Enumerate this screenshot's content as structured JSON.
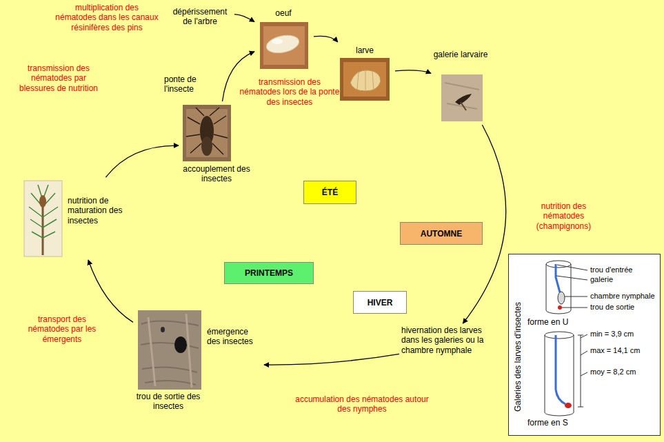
{
  "diagram": {
    "nodes": [
      {
        "text": [
          "dépérissement de l'arbre"
        ]
      },
      {
        "text": [
          "oeuf"
        ]
      },
      {
        "text": [
          "larve"
        ]
      },
      {
        "text": [
          "galerie larvaire"
        ]
      },
      {
        "text": [
          "accouplement des insectes"
        ]
      },
      {
        "text": [
          "ÉTÉ"
        ]
      },
      {
        "text": [
          "nutrition de maturation des insectes"
        ]
      },
      {
        "text": [
          "AUTOMNE"
        ]
      },
      {
        "text": [
          "PRINTEMPS"
        ]
      },
      {
        "text": [
          "HIVER"
        ]
      },
      {
        "text": [
          "Galeries des larves d'insectes"
        ]
      },
      {
        "text": [
          "hivernation des larves dans les galeries ou la chambre nymphale"
        ]
      },
      {
        "text": [
          "émergence des insectes",
          "trou de sortie des insectes"
        ]
      }
    ],
    "edges": [
      {
        "from": 0,
        "to": 1,
        "arrow": "to"
      },
      {
        "from": 4,
        "to": 1,
        "label": "ponte de l'insecte",
        "arrow": "to"
      },
      {
        "from": 1,
        "to": 2,
        "arrow": "to"
      },
      {
        "from": 2,
        "to": 3,
        "arrow": "to"
      },
      {
        "from": 3,
        "to": 11,
        "arrow": "to"
      },
      {
        "from": 11,
        "to": 12,
        "arrow": "to"
      },
      {
        "from": 12,
        "to": 6,
        "arrow": "to"
      },
      {
        "from": 6,
        "to": 4,
        "arrow": "to"
      }
    ],
    "labels": [
      "multiplication des nématodes dans les canaux résinifères des pins",
      "transmission des nématodes par blessures de nutrition",
      "transmission des nématodes lors de la ponte des insectes",
      "nutrition des nématodes (champignons)",
      "transport des nématodes par les émergents",
      "accumulation des nématodes autour des nymphes",
      "trou d'entrée",
      "galerie",
      "chambre nymphale",
      "trou de sortie",
      "forme en U",
      "min = 3,9 cm",
      "max = 14,1 cm",
      "moy = 8,2 cm",
      "forme en S"
    ]
  }
}
